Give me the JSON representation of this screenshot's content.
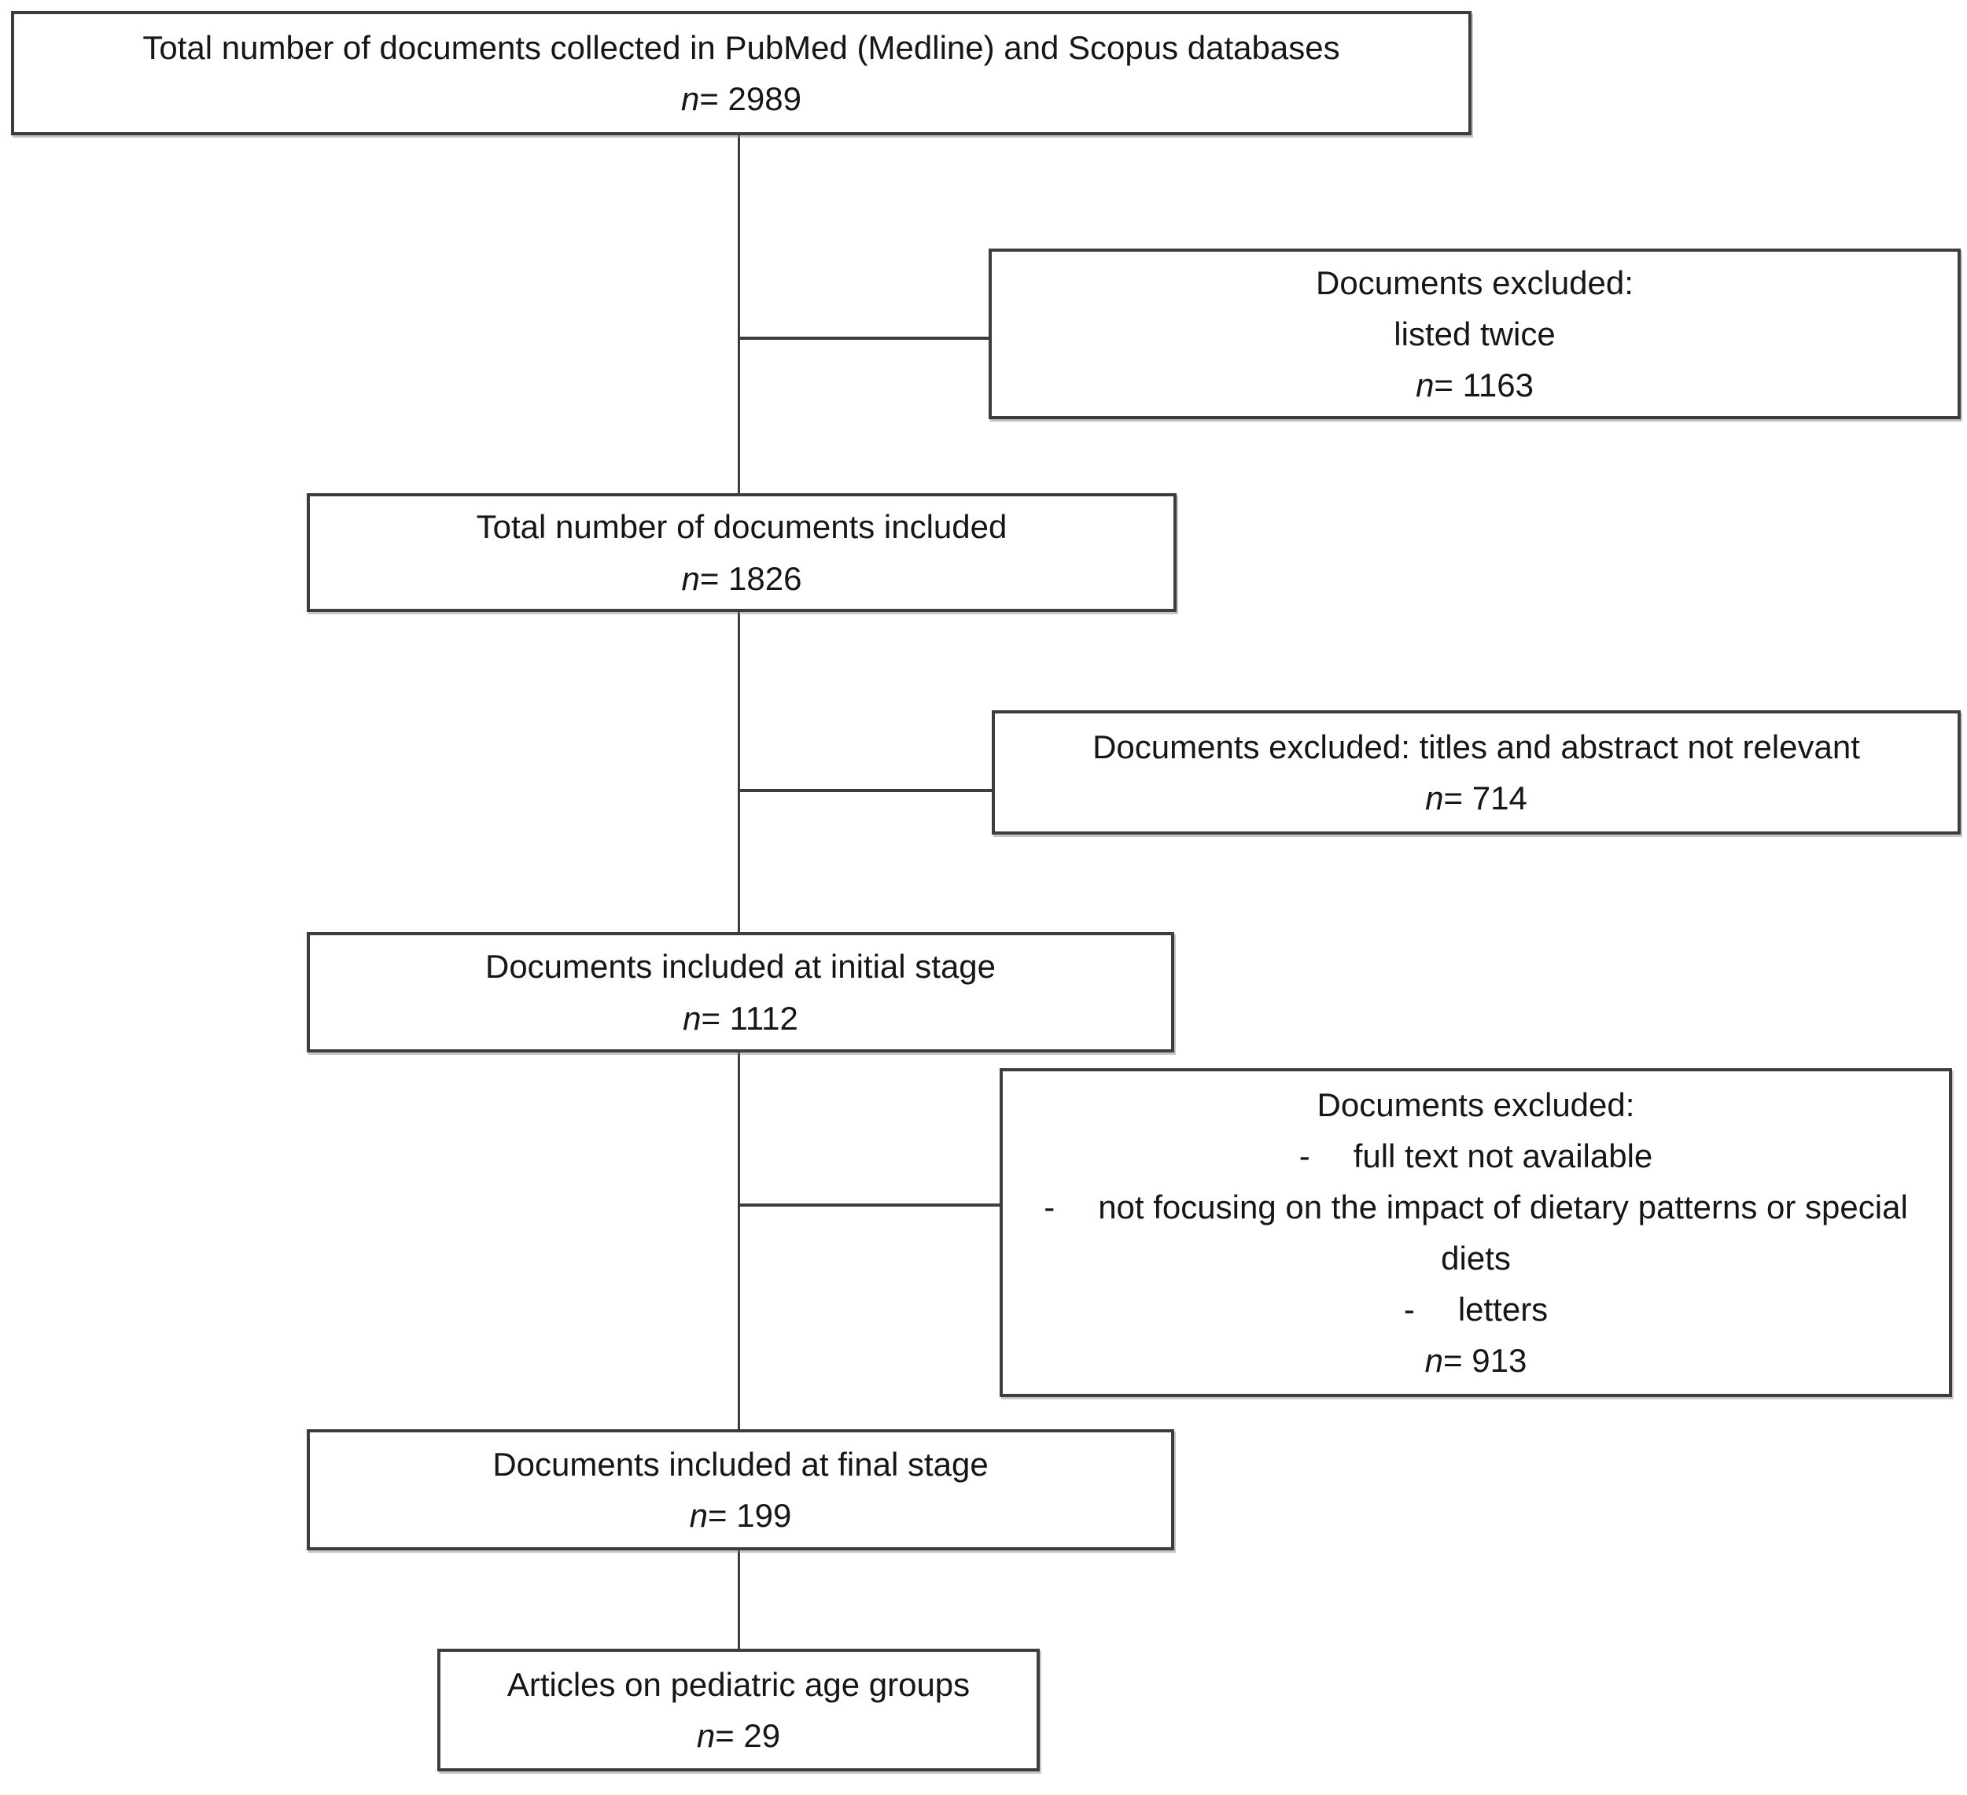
{
  "diagram": {
    "boxes": {
      "collected": {
        "title": "Total number of documents collected in PubMed (Medline) and Scopus databases",
        "n_italic": "n",
        "n_rest": "= 2989"
      },
      "excluded_duplicates": {
        "line1": "Documents excluded:",
        "line2": "listed twice",
        "n_italic": "n",
        "n_rest": "= 1163"
      },
      "included_total": {
        "title": "Total number of documents included",
        "n_italic": "n",
        "n_rest": "= 1826"
      },
      "excluded_not_relevant": {
        "title": "Documents excluded: titles and abstract not relevant",
        "n_italic": "n",
        "n_rest": "= 714"
      },
      "included_initial": {
        "title": "Documents included at initial stage",
        "n_italic": "n",
        "n_rest": "= 1112"
      },
      "excluded_final_criteria": {
        "title": "Documents excluded:",
        "dash": "-",
        "bullet1": "full text not available",
        "bullet2": "not focusing on the impact of dietary patterns or special diets",
        "bullet3": "letters",
        "n_italic": "n",
        "n_rest": "= 913"
      },
      "included_final": {
        "title": "Documents included at final stage",
        "n_italic": "n",
        "n_rest": "= 199"
      },
      "pediatric": {
        "title": "Articles on pediatric age groups",
        "n_italic": "n",
        "n_rest": "= 29"
      }
    }
  }
}
